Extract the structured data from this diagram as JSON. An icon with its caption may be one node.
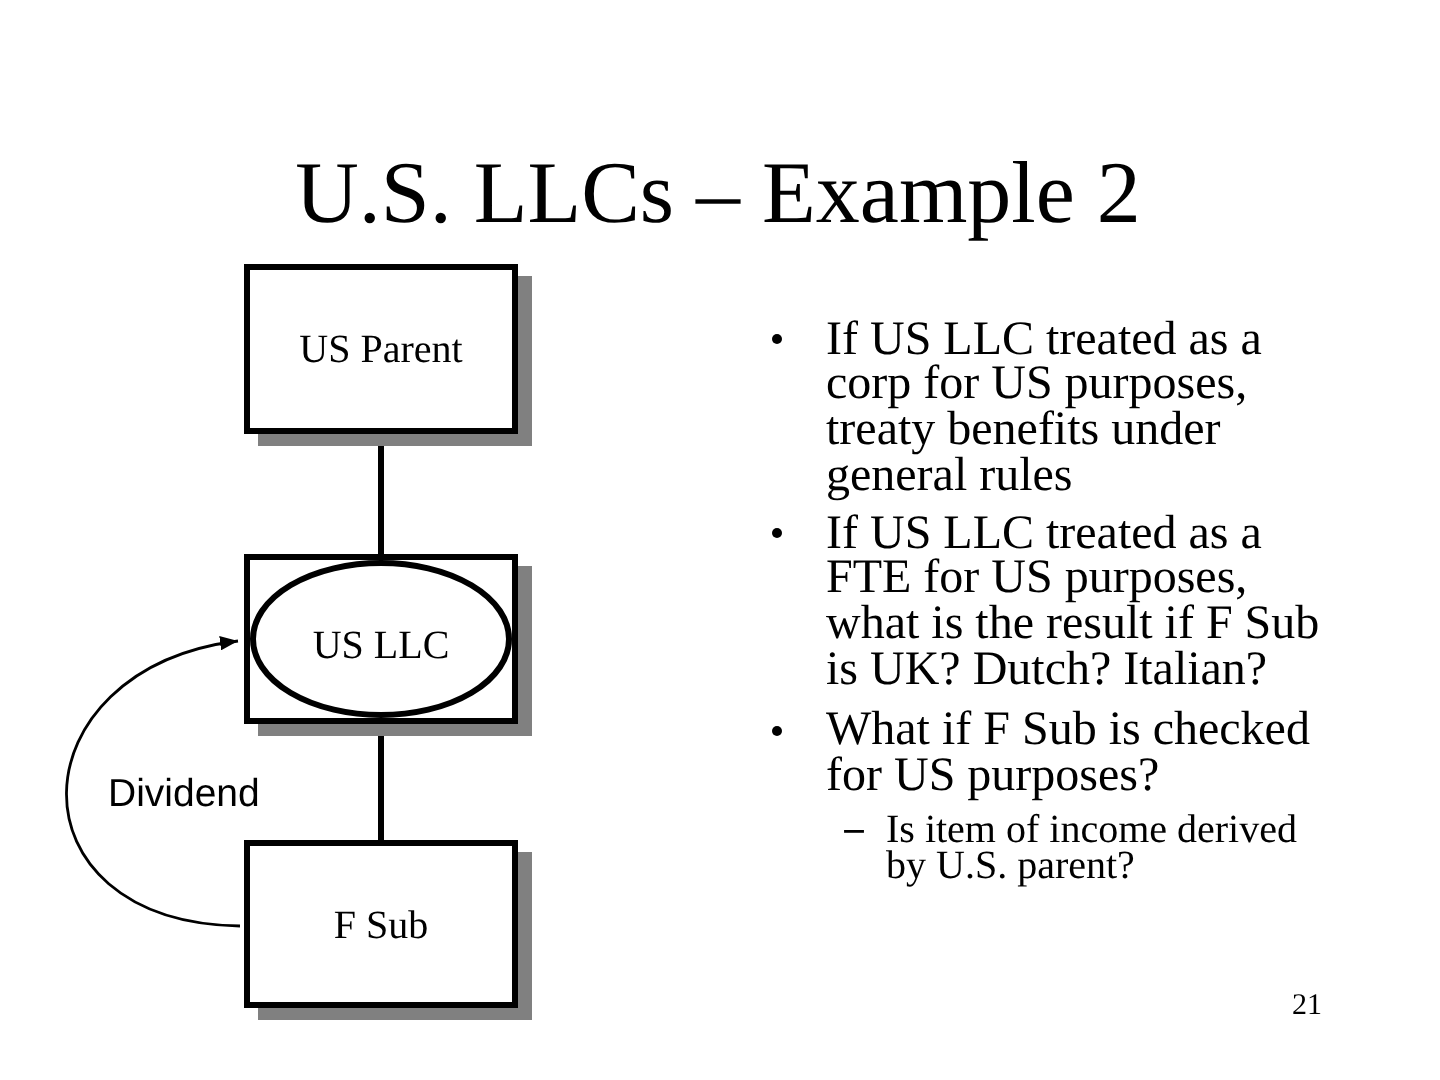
{
  "diagram": {
    "title": "U.S. LLCs – Example 2",
    "nodes": [
      {
        "text": [
          "US Parent"
        ]
      },
      {
        "text": [
          "US LLC"
        ]
      },
      {
        "text": [
          "F Sub"
        ]
      }
    ],
    "edges": [
      {
        "from": 0,
        "to": 1,
        "arrow": "none"
      },
      {
        "from": 1,
        "to": 2,
        "arrow": "none"
      },
      {
        "from": 2,
        "to": 1,
        "arrow": "to",
        "label": "Dividend"
      }
    ],
    "labels": [
      "If US LLC treated as a corp for US purposes, treaty benefits under general rules",
      "If US LLC treated as a FTE for US purposes, what is the result if F Sub is UK? Dutch? Italian?",
      "What if F Sub is checked for US purposes?",
      "Is item of income derived by U.S. parent?",
      "21"
    ]
  }
}
